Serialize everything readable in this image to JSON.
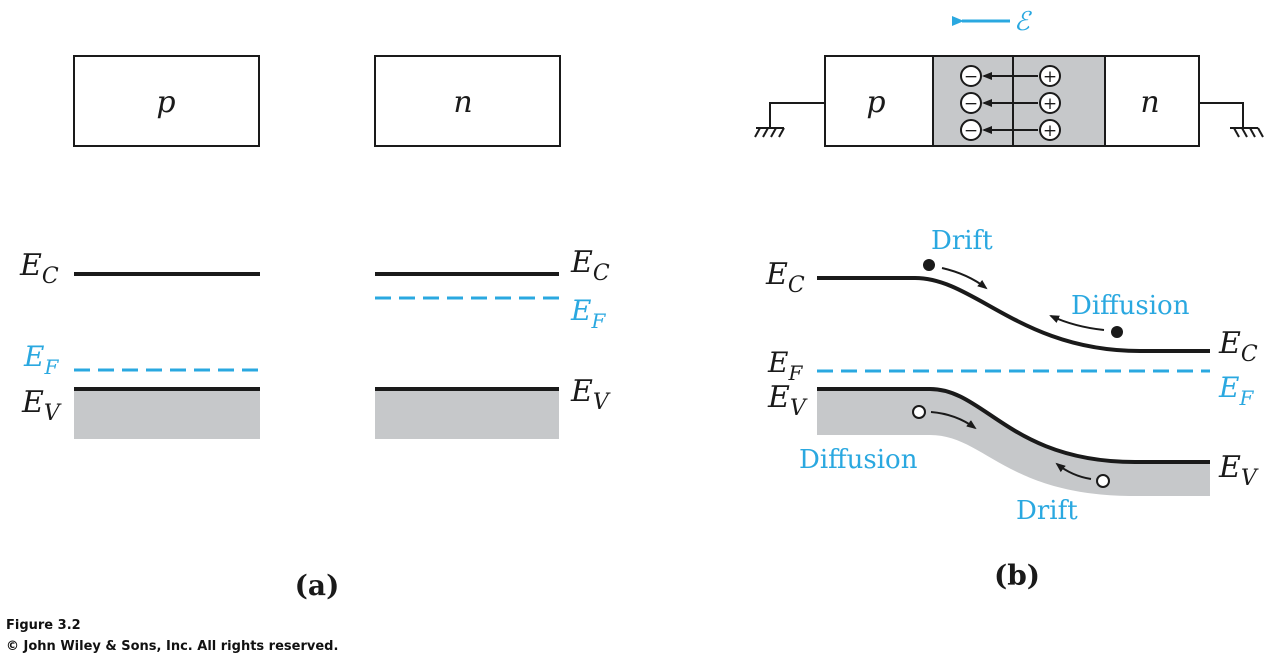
{
  "colors": {
    "accent": "#2aa8e0",
    "band": "#c6c8ca",
    "line": "#1a1a1a"
  },
  "panel_a": {
    "p_label": "p",
    "n_label": "n",
    "ec_p": {
      "main": "E",
      "sub": "C"
    },
    "ef_p": {
      "main": "E",
      "sub": "F"
    },
    "ev_p": {
      "main": "E",
      "sub": "V"
    },
    "ec_n": {
      "main": "E",
      "sub": "C"
    },
    "ef_n": {
      "main": "E",
      "sub": "F"
    },
    "ev_n": {
      "main": "E",
      "sub": "V"
    },
    "caption": "(a)"
  },
  "panel_b": {
    "field_symbol": "ℰ",
    "p_label": "p",
    "n_label": "n",
    "neg_sign": "−",
    "pos_sign": "+",
    "ec_left": {
      "main": "E",
      "sub": "C"
    },
    "ef_left": {
      "main": "E",
      "sub": "F"
    },
    "ev_left": {
      "main": "E",
      "sub": "V"
    },
    "ec_right": {
      "main": "E",
      "sub": "C"
    },
    "ef_right": {
      "main": "E",
      "sub": "F"
    },
    "ev_right": {
      "main": "E",
      "sub": "V"
    },
    "drift_top": "Drift",
    "diffusion_top": "Diffusion",
    "diffusion_bottom": "Diffusion",
    "drift_bottom": "Drift",
    "caption": "(b)"
  },
  "footer": {
    "figure": "Figure 3.2",
    "copyright": "© John Wiley & Sons, Inc. All rights reserved."
  }
}
